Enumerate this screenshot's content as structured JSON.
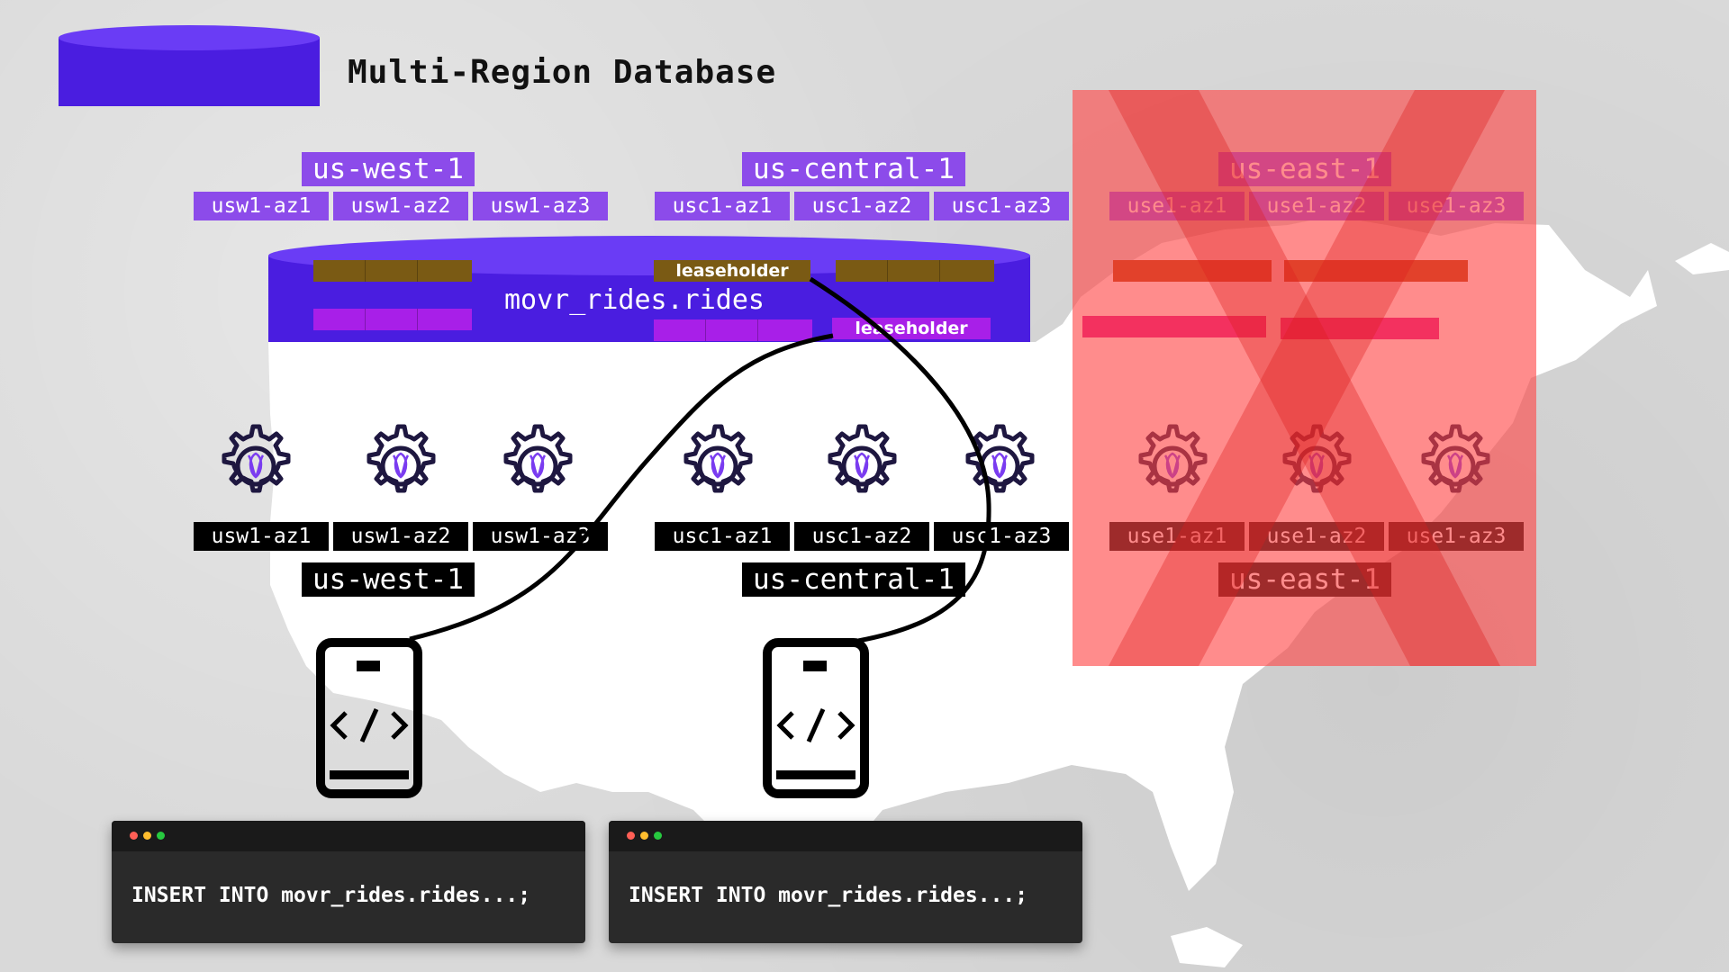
{
  "title": "Multi-Region Database",
  "table_name": "movr_rides.rides",
  "leaseholder_label": "leaseholder",
  "regions": [
    {
      "name": "us-west-1",
      "zones": [
        "usw1-az1",
        "usw1-az2",
        "usw1-az3"
      ]
    },
    {
      "name": "us-central-1",
      "zones": [
        "usc1-az1",
        "usc1-az2",
        "usc1-az3"
      ]
    },
    {
      "name": "us-east-1",
      "zones": [
        "use1-az1",
        "use1-az2",
        "use1-az3"
      ],
      "status": "failed"
    }
  ],
  "terminals": [
    {
      "code": "INSERT INTO movr_rides.rides...;"
    },
    {
      "code": "INSERT INTO movr_rides.rides...;"
    }
  ],
  "colors": {
    "accent_purple": "#4a1de0",
    "label_purple": "#8c4bea",
    "replica_olive": "#7a5a14",
    "replica_magenta": "#a81fe8",
    "failed_overlay": "#ff4646"
  },
  "icons": [
    "database-icon",
    "cockroach-node-icon",
    "phone-code-icon",
    "failure-x-icon"
  ]
}
